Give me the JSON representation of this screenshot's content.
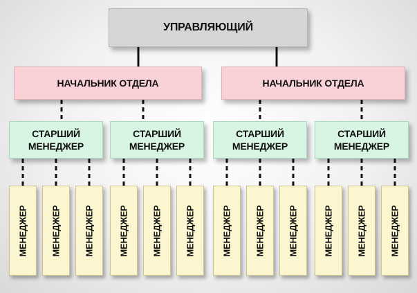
{
  "diagram": {
    "type": "org-chart",
    "colors": {
      "top": "#d6d6d6",
      "head": "#f9d2d8",
      "senior": "#d8f4e2",
      "manager": "#fbf6cf",
      "connector": "#111111"
    },
    "top": {
      "label": "УПРАВЛЯЮЩИЙ"
    },
    "departments": [
      {
        "label": "НАЧАЛЬНИК ОТДЕЛА",
        "seniors": [
          {
            "line1": "СТАРШИЙ",
            "line2": "МЕНЕДЖЕР",
            "managers": [
              "МЕНЕДЖЕР",
              "МЕНЕДЖЕР",
              "МЕНЕДЖЕР"
            ]
          },
          {
            "line1": "СТАРШИЙ",
            "line2": "МЕНЕДЖЕР",
            "managers": [
              "МЕНЕДЖЕР",
              "МЕНЕДЖЕР",
              "МЕНЕДЖЕР"
            ]
          }
        ]
      },
      {
        "label": "НАЧАЛЬНИК ОТДЕЛА",
        "seniors": [
          {
            "line1": "СТАРШИЙ",
            "line2": "МЕНЕДЖЕР",
            "managers": [
              "МЕНЕДЖЕР",
              "МЕНЕДЖЕР",
              "МЕНЕДЖЕР"
            ]
          },
          {
            "line1": "СТАРШИЙ",
            "line2": "МЕНЕДЖЕР",
            "managers": [
              "МЕНЕДЖЕР",
              "МЕНЕДЖЕР",
              "МЕНЕДЖЕР"
            ]
          }
        ]
      }
    ]
  }
}
